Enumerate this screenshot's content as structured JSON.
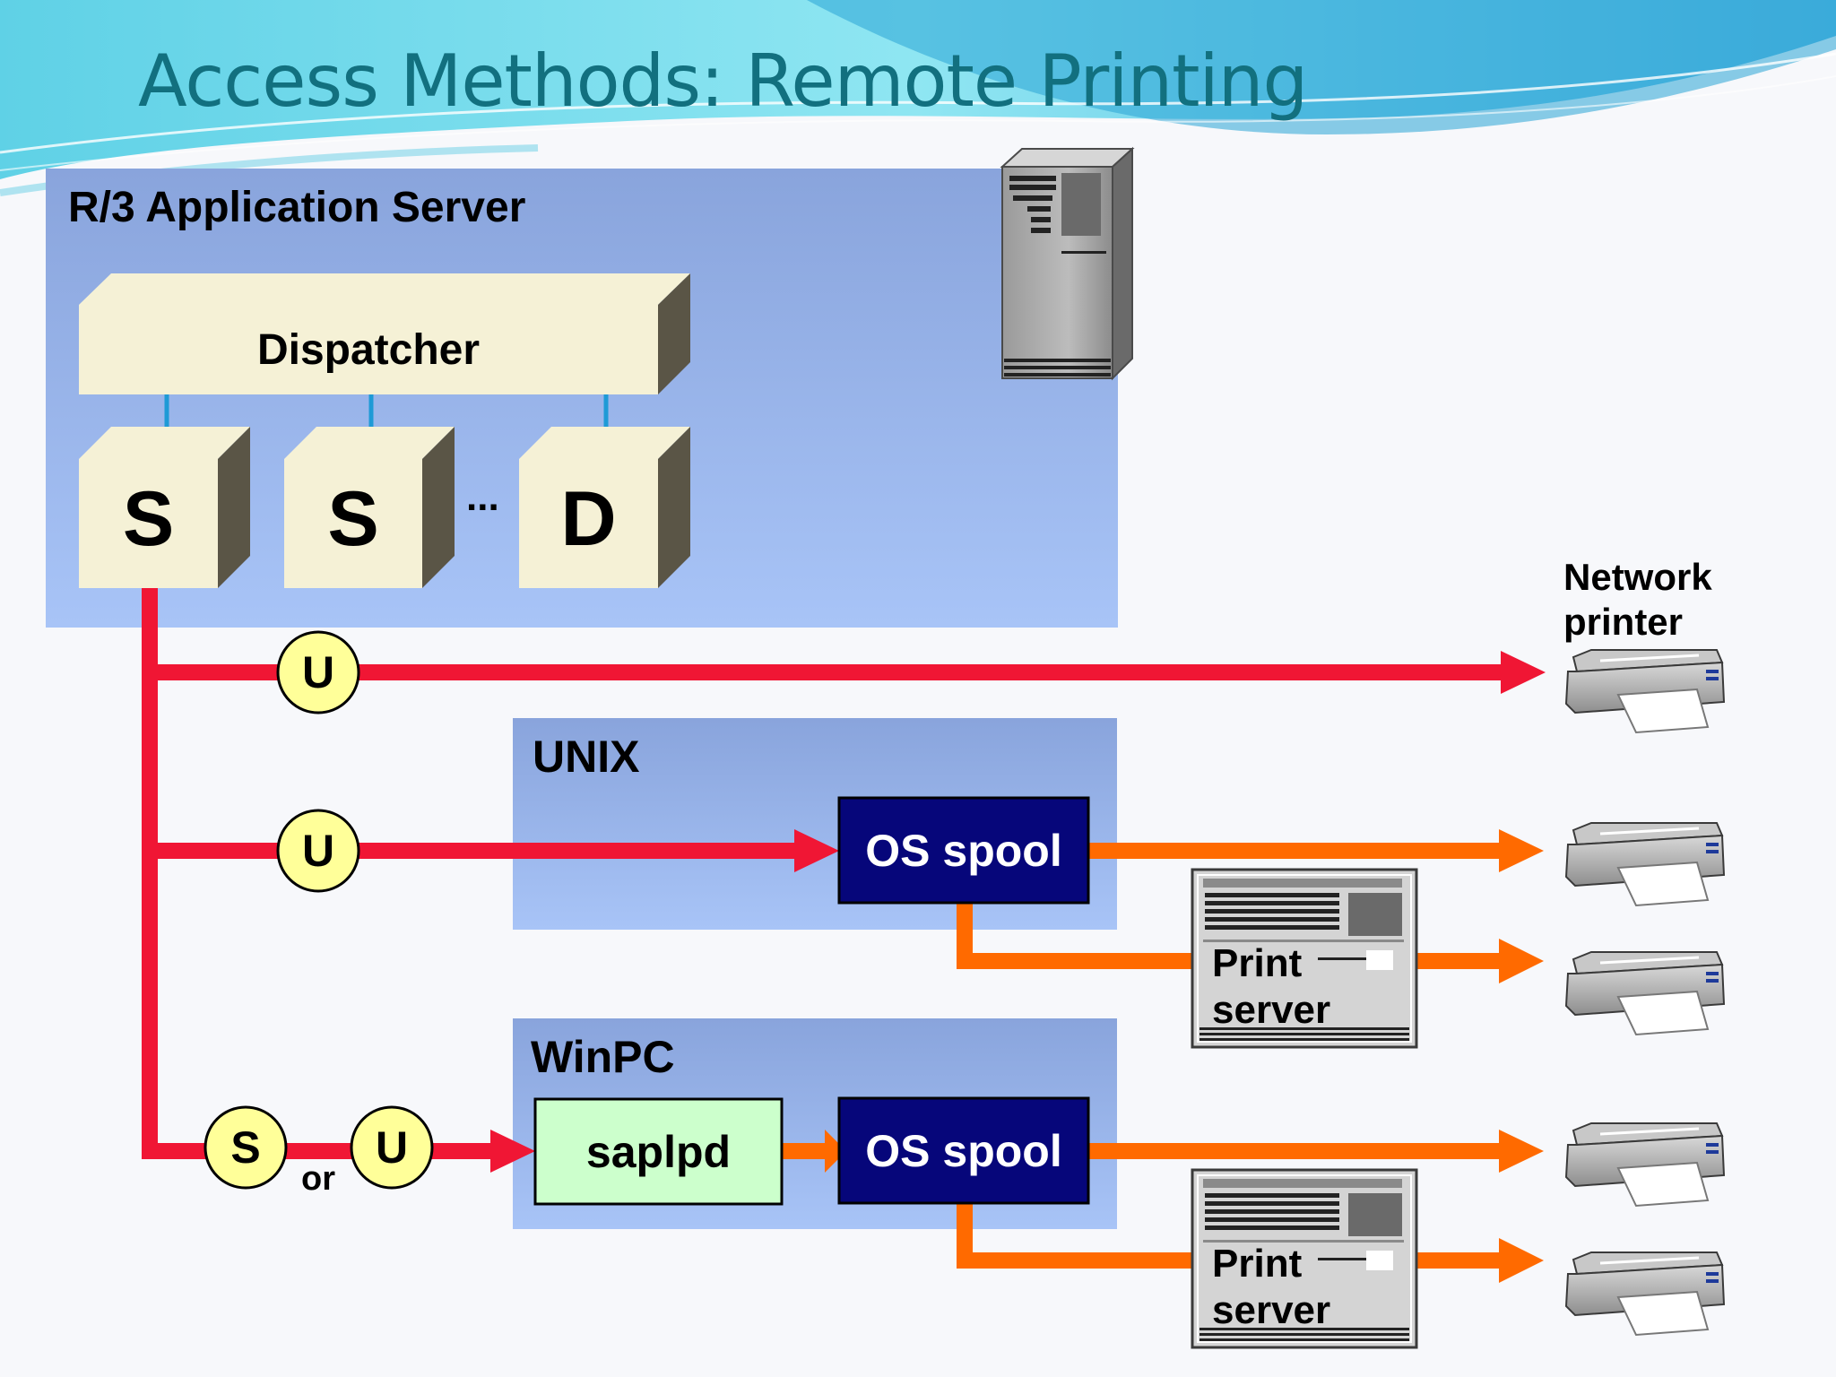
{
  "title": "Access Methods: Remote Printing",
  "app_server": {
    "label": "R/3 Application Server",
    "dispatcher_label": "Dispatcher",
    "processes": [
      "S",
      "S",
      "D"
    ],
    "ellipsis": "..."
  },
  "access_methods": {
    "direct": "U",
    "unix": "U",
    "winpc_options": [
      "S",
      "U"
    ],
    "or_label": "or"
  },
  "unix": {
    "label": "UNIX",
    "os_spool_label": "OS spool"
  },
  "winpc": {
    "label": "WinPC",
    "saplpd_label": "saplpd",
    "os_spool_label": "OS spool"
  },
  "print_server": {
    "label_line1": "Print",
    "label_line2": "server"
  },
  "network_printer": {
    "label_line1": "Network",
    "label_line2": "printer"
  },
  "colors": {
    "title": "#12707f",
    "panel_top": "#8aa6dd",
    "panel_bottom": "#a6c2f6",
    "red_line": "#f01634",
    "orange_line": "#ff6a00",
    "os_spool_fill": "#06067a",
    "saplpd_fill": "#ccffcc",
    "circle_fill": "#ffff99",
    "box_front": "#f5f1d6",
    "box_side": "#5a5546"
  }
}
